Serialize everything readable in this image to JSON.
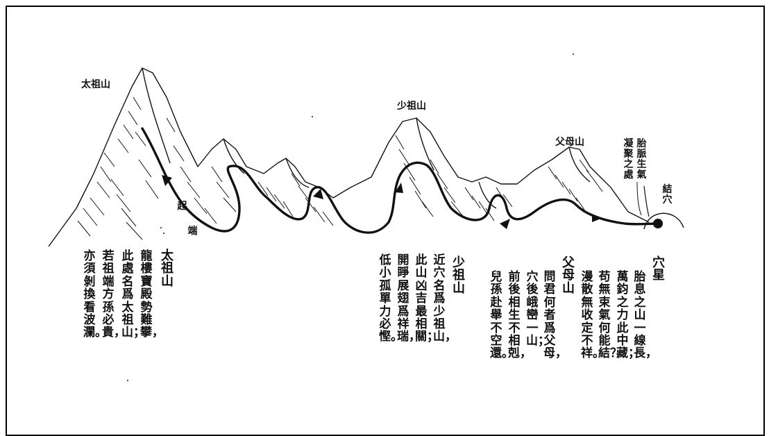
{
  "peaks": {
    "great_ancestor": "太祖山",
    "lesser_ancestor": "少祖山",
    "parent": "父母山"
  },
  "markers": {
    "qi_start": "起",
    "qi_end": "端",
    "fetal_breath": "胎脈生氣",
    "condense": "凝聚之處",
    "cave": "結穴"
  },
  "text": {
    "xue": {
      "title": "穴星",
      "lines": [
        "胎息之山一線長，",
        "萬鈞之力此中藏；",
        "苟無束氣何能結？",
        "漫散無收定不祥。"
      ]
    },
    "fumu": {
      "title": "父母山",
      "lines": [
        "問君何者爲父母，",
        "穴後峨巒一山；",
        "前後相生不相剋，",
        "兒孫赴舉不空還。"
      ]
    },
    "shaozu": {
      "title": "少祖山",
      "lines": [
        "近穴名爲少祖山，",
        "此山凶吉最相關；",
        "開睜展翅爲祥瑞，",
        "低小孤單力必慳。"
      ]
    },
    "taizu": {
      "title": "太祖山",
      "lines": [
        "龍樓寶殿勢難攀，",
        "此處名爲太祖山；",
        "若祖端方孫必貴，",
        "亦須剝換看波瀾。"
      ]
    }
  }
}
